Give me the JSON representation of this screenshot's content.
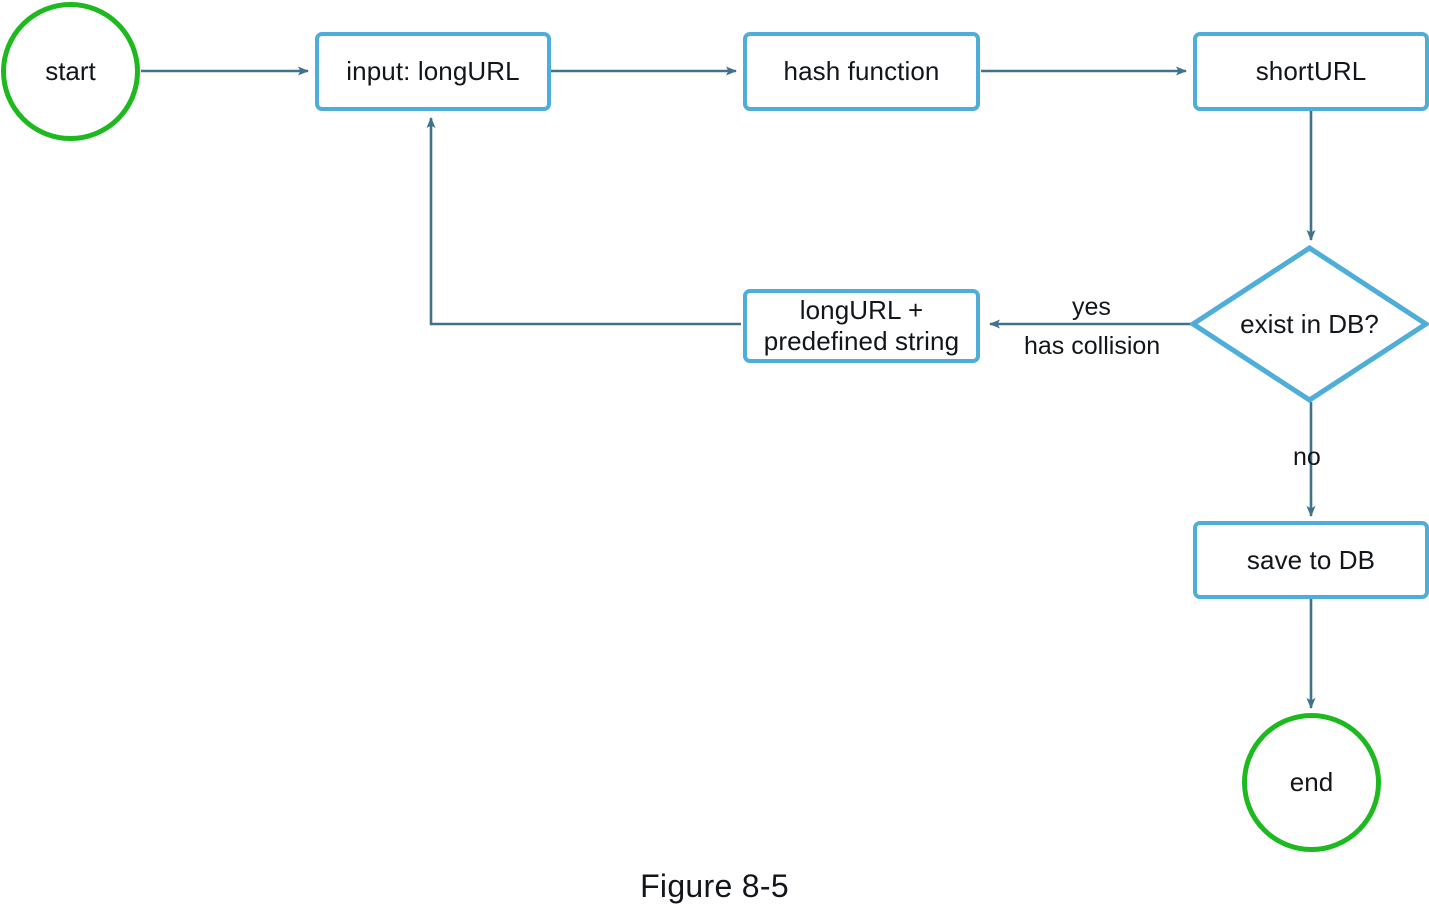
{
  "figure": {
    "caption": "Figure 8-5",
    "colors": {
      "process_border": "#4FADD9",
      "terminal_border": "#1EB91E",
      "connector": "#41728C",
      "text": "#12161A",
      "background": "#FFFFFF"
    }
  },
  "nodes": {
    "start": {
      "label": "start",
      "shape": "circle"
    },
    "input_long_url": {
      "label": "input: longURL",
      "shape": "rectangle"
    },
    "hash_function": {
      "label": "hash function",
      "shape": "rectangle"
    },
    "short_url": {
      "label": "shortURL",
      "shape": "rectangle"
    },
    "exist_in_db": {
      "label": "exist in DB?",
      "shape": "diamond"
    },
    "long_url_predefined": {
      "label": "longURL +\npredefined string",
      "shape": "rectangle"
    },
    "save_to_db": {
      "label": "save to DB",
      "shape": "rectangle"
    },
    "end": {
      "label": "end",
      "shape": "circle"
    }
  },
  "edge_labels": {
    "yes": "yes",
    "has_collision": "has collision",
    "no": "no"
  },
  "edges": [
    {
      "from": "start",
      "to": "input_long_url",
      "label": ""
    },
    {
      "from": "input_long_url",
      "to": "hash_function",
      "label": ""
    },
    {
      "from": "hash_function",
      "to": "short_url",
      "label": ""
    },
    {
      "from": "short_url",
      "to": "exist_in_db",
      "label": ""
    },
    {
      "from": "exist_in_db",
      "to": "long_url_predefined",
      "label": "yes / has collision"
    },
    {
      "from": "long_url_predefined",
      "to": "input_long_url",
      "label": ""
    },
    {
      "from": "exist_in_db",
      "to": "save_to_db",
      "label": "no"
    },
    {
      "from": "save_to_db",
      "to": "end",
      "label": ""
    }
  ]
}
